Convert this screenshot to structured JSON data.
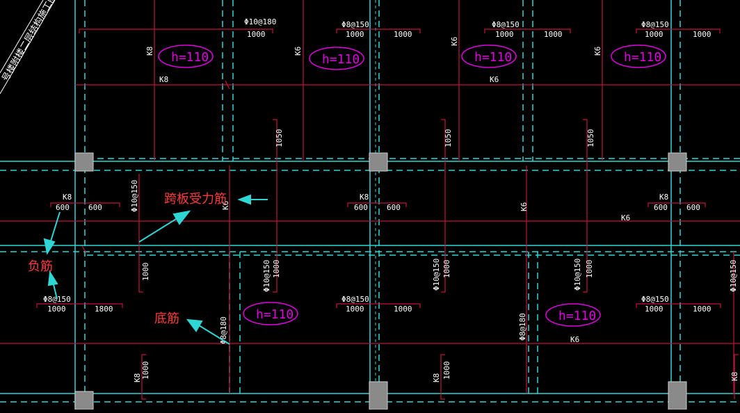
{
  "title_text": "号楼附楼二层结构施工图",
  "annotations": {
    "span_rebar": "跨板受力筋",
    "negative_rebar": "负筋",
    "bottom_rebar": "底筋"
  },
  "slab_labels": [
    "h=110",
    "h=110",
    "h=110",
    "h=110",
    "h=110",
    "h=110"
  ],
  "rebar_texts": {
    "t1": "Φ10@180",
    "t2": "Φ8@150",
    "t3": "Φ8@150",
    "t4": "Φ8@150",
    "t5": "Φ10@150",
    "t6": "Φ8@150",
    "t7": "Φ8@150",
    "t8": "Φ8@150",
    "t9": "Φ10@150",
    "t10": "Φ8@180",
    "t11": "Φ10@150",
    "t12": "Φ8@180",
    "t13": "Φ10@150",
    "t14": "Φ10@150"
  },
  "dims": {
    "d1000": "1000",
    "d1800": "1800",
    "d600": "600",
    "d1050": "1050"
  },
  "bar_marks": {
    "k8": "K8",
    "k6": "K6"
  },
  "colors": {
    "background": "#000000",
    "beam_lines": "#2fd6d6",
    "rebar_lines": "#c0143c",
    "slab_thickness": "#e000e0",
    "annotation_text": "#ff3b3b",
    "arrows": "#2fd6d6",
    "text": "#ffffff",
    "columns": "#8a8a8a"
  }
}
